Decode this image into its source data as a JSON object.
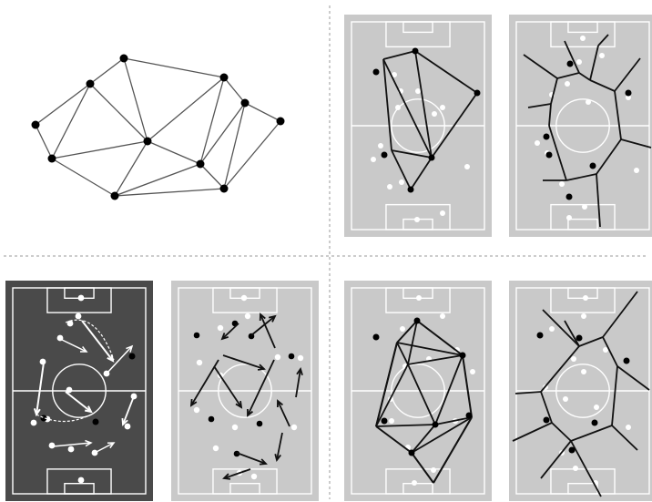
{
  "figure": {
    "panels": [
      {
        "id": "graph",
        "kind": "abstract-graph"
      },
      {
        "id": "pitch-tri-1",
        "kind": "pitch-with-triangulation"
      },
      {
        "id": "pitch-vor-1",
        "kind": "pitch-with-voronoi"
      },
      {
        "id": "pitch-dark",
        "kind": "pitch-with-player-movement-arrows"
      },
      {
        "id": "pitch-arrows",
        "kind": "pitch-with-pass-arrows"
      },
      {
        "id": "pitch-tri-2",
        "kind": "pitch-with-triangulation"
      },
      {
        "id": "pitch-vor-2",
        "kind": "pitch-with-voronoi"
      }
    ],
    "colors": {
      "pitch_light": "#c9c9c9",
      "pitch_dark": "#4a4a4a",
      "line_white": "#ffffff",
      "edge_black": "#111111",
      "edge_gray": "#555555",
      "node_black": "#000000",
      "divider": "#999999"
    }
  }
}
